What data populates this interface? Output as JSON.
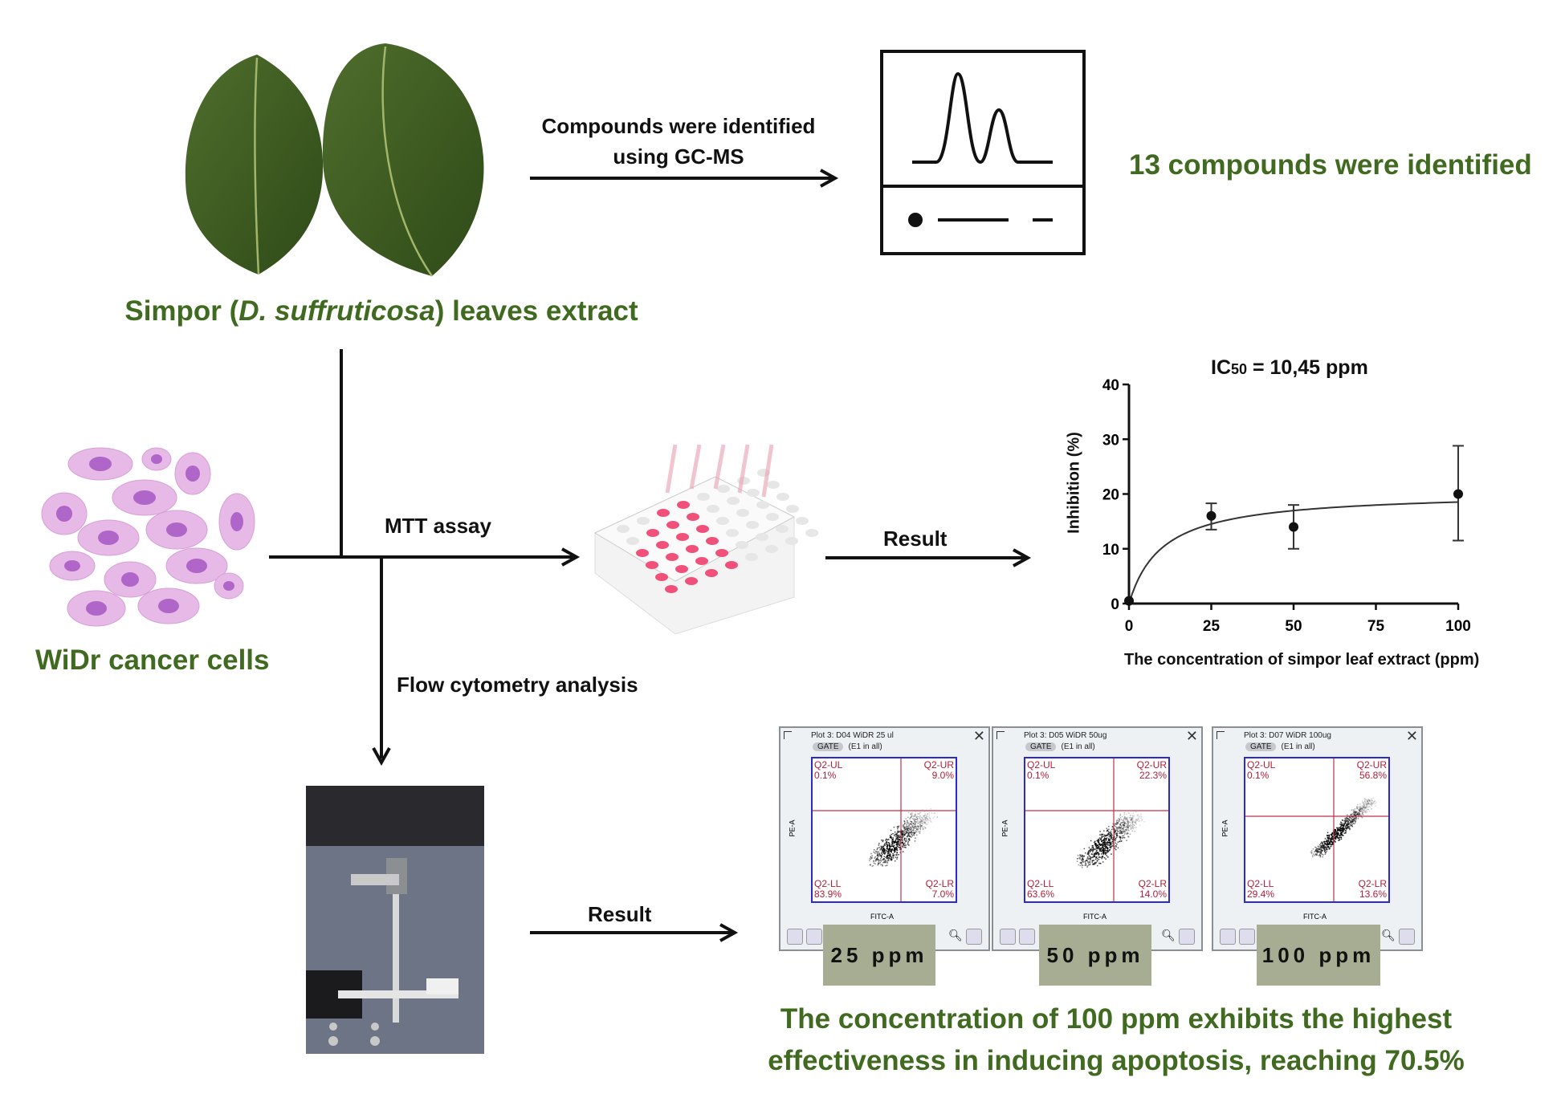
{
  "leaves": {
    "caption_prefix": "Simpor (",
    "caption_italic": "D. suffruticosa",
    "caption_suffix": ") leaves extract"
  },
  "gcms": {
    "arrow_label_line1": "Compounds were identified",
    "arrow_label_line2": "using GC-MS",
    "result": "13 compounds were identified"
  },
  "cells": {
    "caption": "WiDr cancer cells"
  },
  "mtt": {
    "label": "MTT assay",
    "result_label": "Result"
  },
  "flow": {
    "label": "Flow cytometry analysis",
    "result_label": "Result",
    "plots": [
      {
        "title": "Plot 3: D04 WiDR 25 ul",
        "gate": "GATE",
        "gate_info": "(E1 in all)",
        "x_axis": "FITC-A",
        "y_axis": "PE-A",
        "ul": "Q2-UL",
        "ul_val": "0.1%",
        "ur": "Q2-UR",
        "ur_val": "9.0%",
        "ll": "Q2-LL",
        "ll_val": "83.9%",
        "lr": "Q2-LR",
        "lr_val": "7.0%",
        "concentration": "25 ppm"
      },
      {
        "title": "Plot 3: D05 WiDR 50ug",
        "gate": "GATE",
        "gate_info": "(E1 in all)",
        "x_axis": "FITC-A",
        "y_axis": "PE-A",
        "ul": "Q2-UL",
        "ul_val": "0.1%",
        "ur": "Q2-UR",
        "ur_val": "22.3%",
        "ll": "Q2-LL",
        "ll_val": "63.6%",
        "lr": "Q2-LR",
        "lr_val": "14.0%",
        "concentration": "50 ppm"
      },
      {
        "title": "Plot 3: D07 WiDR 100ug",
        "gate": "GATE",
        "gate_info": "(E1 in all)",
        "x_axis": "FITC-A",
        "y_axis": "PE-A",
        "ul": "Q2-UL",
        "ul_val": "0.1%",
        "ur": "Q2-UR",
        "ur_val": "56.8%",
        "ll": "Q2-LL",
        "ll_val": "29.4%",
        "lr": "Q2-LR",
        "lr_val": "13.6%",
        "concentration": "100 ppm"
      }
    ],
    "conclusion_line1": "The concentration of 100 ppm exhibits the highest",
    "conclusion_line2": "effectiveness in inducing apoptosis, reaching 70.5%"
  },
  "colors": {
    "accent_green": "#3f6a1f",
    "quadrant_red": "#b0203a",
    "axis_blue": "#2a2ad0"
  },
  "chart_data": {
    "type": "scatter",
    "title_prefix": "IC",
    "title_sub": "50",
    "title_suffix": " = 10,45 ppm",
    "xlabel": "The concentration of simpor leaf extract (ppm)",
    "ylabel": "Inhibition (%)",
    "xlim": [
      0,
      100
    ],
    "ylim": [
      0,
      40
    ],
    "xticks": [
      "0",
      "25",
      "50",
      "75",
      "100"
    ],
    "yticks": [
      "0",
      "10",
      "20",
      "30",
      "40"
    ],
    "points": [
      {
        "x": 0,
        "y": 0.5,
        "err_low": 0.5,
        "err_high": 0.5
      },
      {
        "x": 25,
        "y": 16,
        "err_low": 13.5,
        "err_high": 18.3
      },
      {
        "x": 50,
        "y": 14,
        "err_low": 10,
        "err_high": 18
      },
      {
        "x": 100,
        "y": 20,
        "err_low": 11.5,
        "err_high": 28.8
      }
    ],
    "fit": {
      "model": "hyperbola",
      "bmax": 20.4,
      "k": 10.1
    },
    "grid": false
  }
}
